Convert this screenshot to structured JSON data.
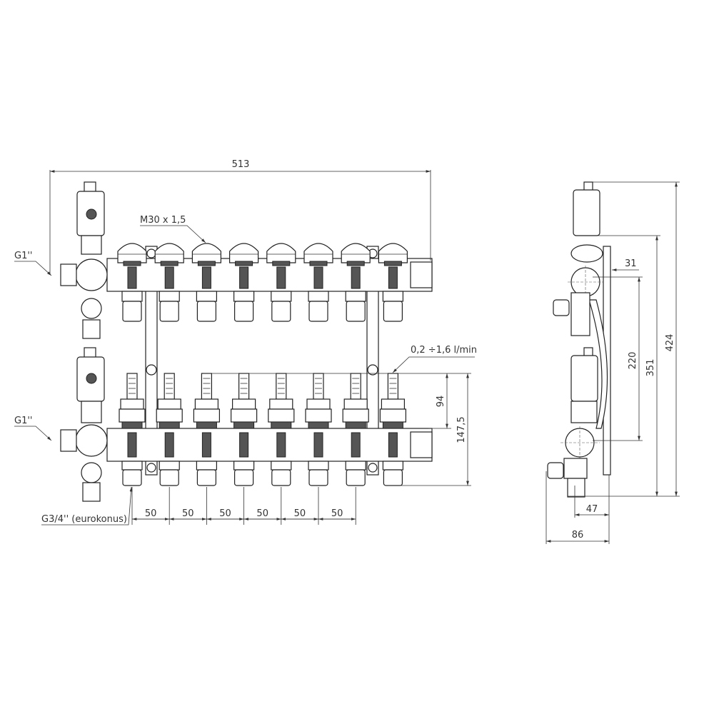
{
  "front_view": {
    "overall_width": "513",
    "thread_label": "M30 x 1,5",
    "inlet_top_label": "G1''",
    "inlet_bottom_label": "G1''",
    "flow_range_label": "0,2 ÷1,6 l/min",
    "height_flowmeter": "94",
    "height_total_lower": "147,5",
    "outlet_label": "G3/4'' (eurokonus)",
    "outlet_spacings": [
      "50",
      "50",
      "50",
      "50",
      "50",
      "50"
    ],
    "outlet_count": 8
  },
  "side_view": {
    "offset_31": "31",
    "axis_distance_220": "220",
    "height_351": "351",
    "height_424": "424",
    "depth_47": "47",
    "depth_86": "86"
  }
}
